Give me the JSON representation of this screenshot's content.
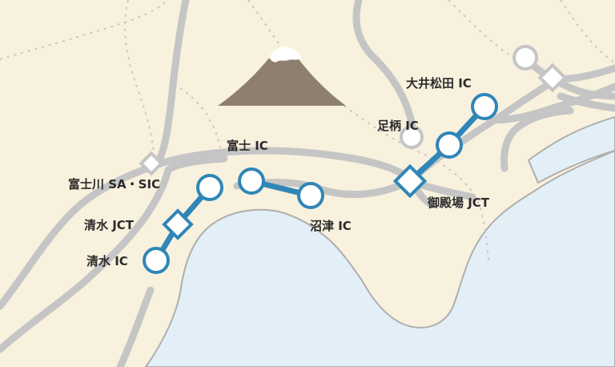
{
  "colors": {
    "land": "#f8f1de",
    "sea": "#e3eff6",
    "coast": "#aeaeae",
    "road": "#c5c5c5",
    "route": "#2f86b8",
    "node_fill": "#ffffff",
    "mountain": "#8f7f70",
    "snow": "#ffffff"
  },
  "landmark": {
    "icon": "mountain-icon"
  },
  "stations": [
    {
      "id": "oi-matsuda",
      "label": "大井松田 IC",
      "type": "ic",
      "icon": "circle-icon"
    },
    {
      "id": "ashigara",
      "label": "足柄 IC",
      "type": "ic-other-road",
      "icon": "circle-icon"
    },
    {
      "id": "gotemba-jct",
      "label": "御殿場 JCT",
      "type": "jct",
      "icon": "diamond-icon"
    },
    {
      "id": "numazu",
      "label": "沼津 IC",
      "type": "ic",
      "icon": "circle-icon"
    },
    {
      "id": "fuji",
      "label": "富士 IC",
      "type": "ic",
      "icon": "circle-icon"
    },
    {
      "id": "fujikawa",
      "label": "富士川 SA・SIC",
      "type": "ic",
      "icon": "circle-icon"
    },
    {
      "id": "shimizu-jct",
      "label": "清水 JCT",
      "type": "jct",
      "icon": "diamond-icon"
    },
    {
      "id": "shimizu",
      "label": "清水 IC",
      "type": "ic",
      "icon": "circle-icon"
    }
  ]
}
